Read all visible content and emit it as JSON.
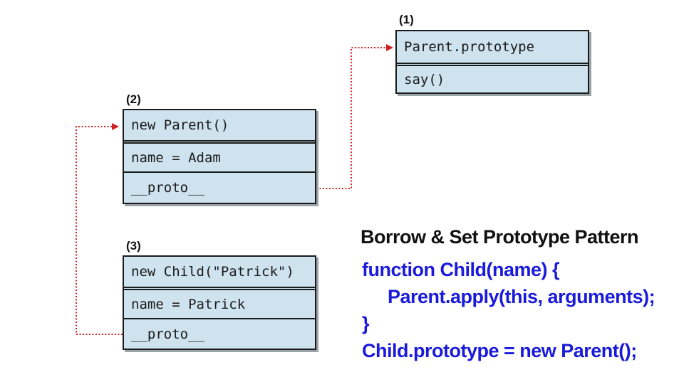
{
  "boxes": {
    "parent_prototype": {
      "tag": "(1)",
      "rows": [
        "Parent.prototype",
        "say()"
      ]
    },
    "new_parent": {
      "tag": "(2)",
      "rows": [
        "new Parent()",
        "name = Adam",
        "__proto__"
      ]
    },
    "new_child": {
      "tag": "(3)",
      "rows": [
        "new Child(\"Patrick\")",
        "name = Patrick",
        "__proto__"
      ]
    }
  },
  "code": {
    "title": "Borrow & Set Prototype Pattern",
    "lines": [
      "function Child(name) {",
      "Parent.apply(this, arguments);",
      "}",
      "Child.prototype = new Parent();"
    ]
  },
  "colors": {
    "box_fill": "#cfe3ef",
    "arrow": "#cc2222",
    "code": "#1a1adb"
  }
}
